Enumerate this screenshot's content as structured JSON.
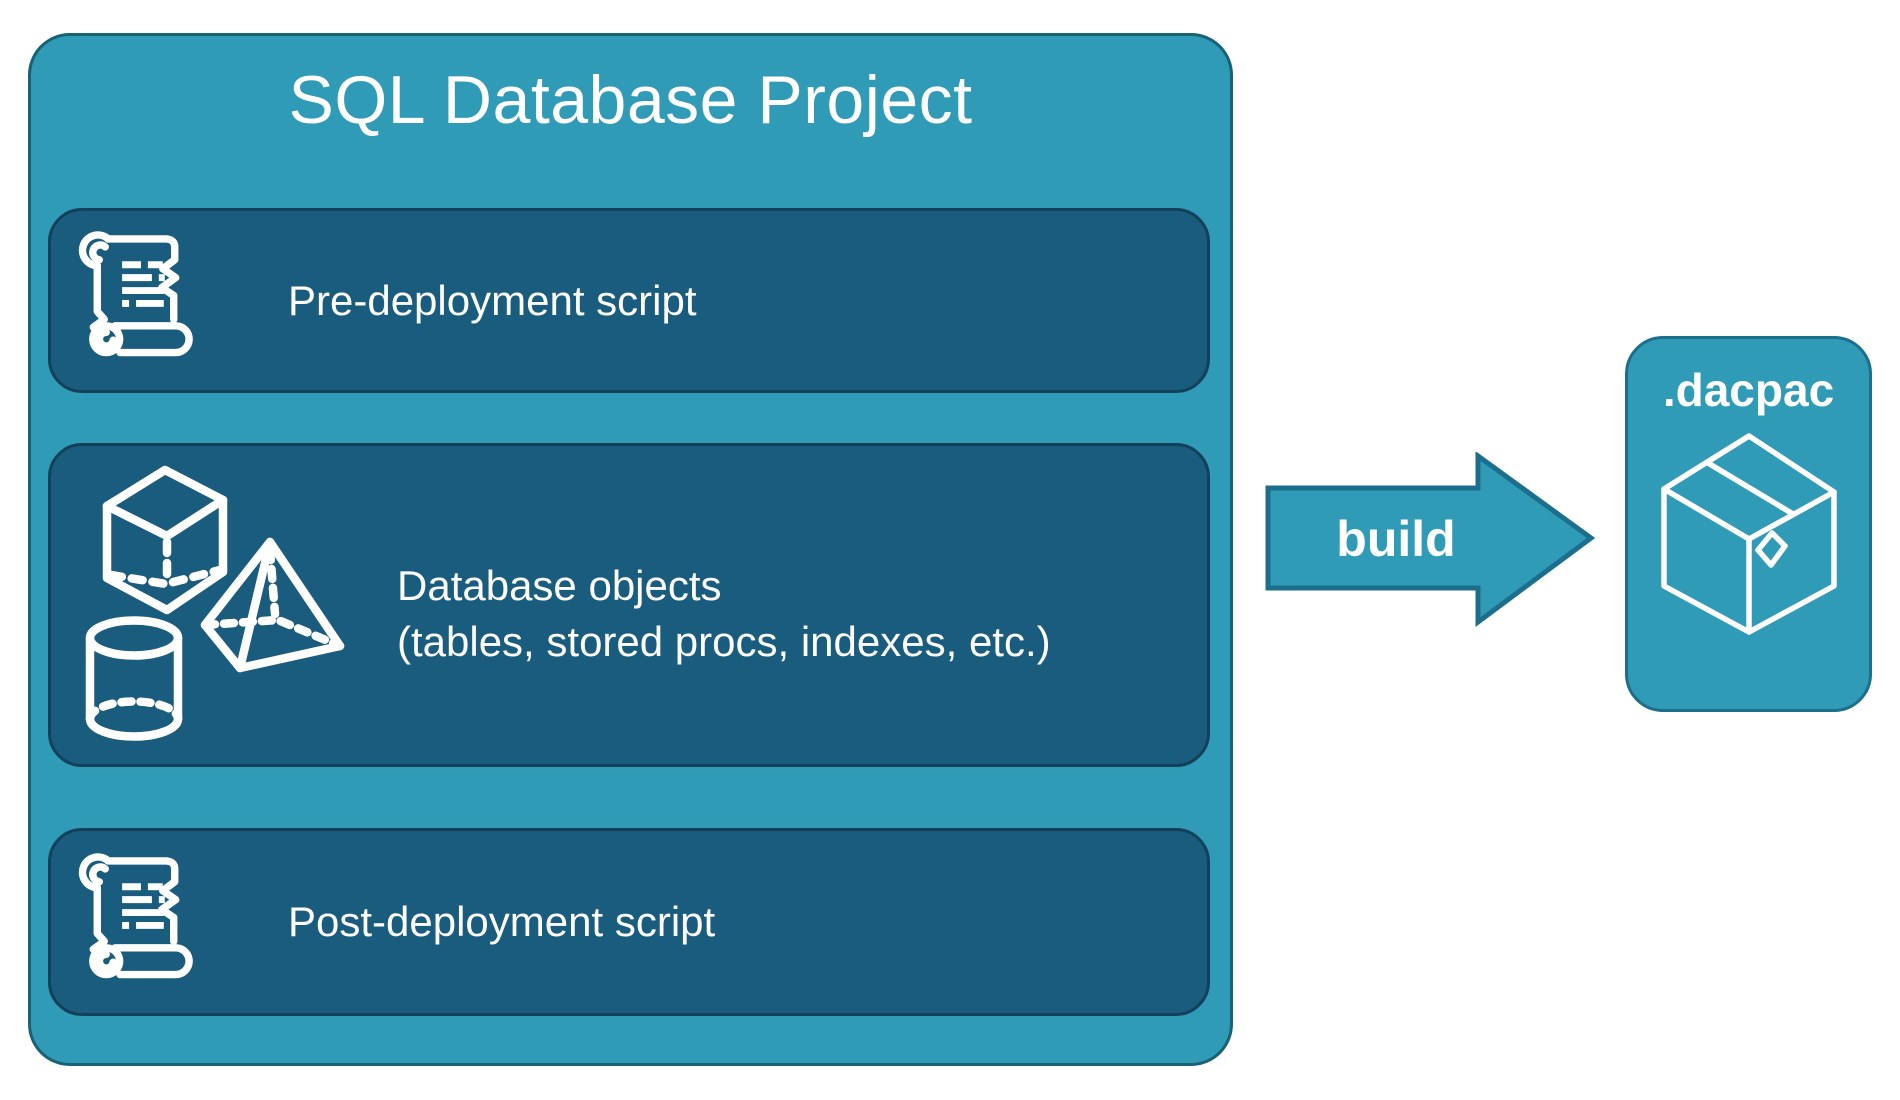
{
  "title": "SQL Database Project",
  "panels": [
    {
      "id": "pre-deployment-script",
      "icon": "scroll-icon",
      "lines": [
        "Pre-deployment script"
      ]
    },
    {
      "id": "database-objects",
      "icon": "database-objects-icon",
      "lines": [
        "Database objects",
        "(tables, stored procs, indexes, etc.)"
      ]
    },
    {
      "id": "post-deployment-script",
      "icon": "scroll-icon",
      "lines": [
        "Post-deployment script"
      ]
    }
  ],
  "arrow": {
    "label": "build",
    "direction": "right"
  },
  "artifact": {
    "label": ".dacpac",
    "icon": "package-icon"
  },
  "colors": {
    "background": "#FFFFFF",
    "container_fill": "#2F9BB7",
    "container_border": "#176273",
    "panel_fill": "#1A5C7E",
    "panel_border": "#13405A",
    "arrow_fill": "#2F9BB7",
    "arrow_border": "#1C6F8C",
    "artifact_fill": "#2F9BB7",
    "artifact_border": "#1C6F8C",
    "text": "#FFFFFF"
  }
}
